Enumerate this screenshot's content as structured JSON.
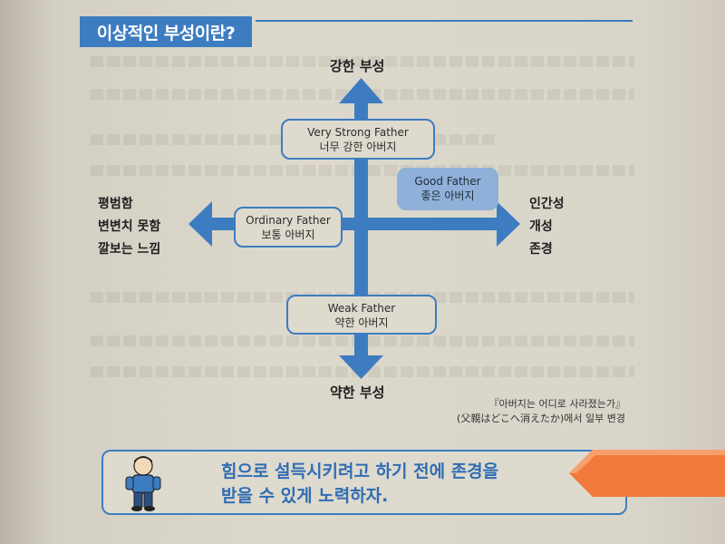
{
  "header": {
    "title": "이상적인 부성이란?"
  },
  "diagram": {
    "top_label": "강한 부성",
    "bottom_label": "약한 부성",
    "left_labels": [
      "평범함",
      "변변치 못함",
      "깔보는 느낌"
    ],
    "right_labels": [
      "인간성",
      "개성",
      "존경"
    ],
    "boxes": {
      "very_strong": {
        "en": "Very Strong Father",
        "ko": "너무 강한 아버지"
      },
      "good": {
        "en": "Good Father",
        "ko": "좋은 아버지"
      },
      "ordinary": {
        "en": "Ordinary Father",
        "ko": "보통 아버지"
      },
      "weak": {
        "en": "Weak Father",
        "ko": "약한 아버지"
      }
    },
    "accent_color": "#3d7cc1",
    "highlight_color": "#8fb0d8"
  },
  "source": {
    "line1": "『아버지는 어디로 사라졌는가』",
    "line2": "(父親はどこへ消えたか)에서 일부 변경"
  },
  "banner": {
    "line1": "힘으로 설득시키려고 하기 전에 존경을",
    "line2": "받을 수 있게 노력하자.",
    "icon": "person-icon",
    "bookmark_color": "#f27a3c"
  }
}
